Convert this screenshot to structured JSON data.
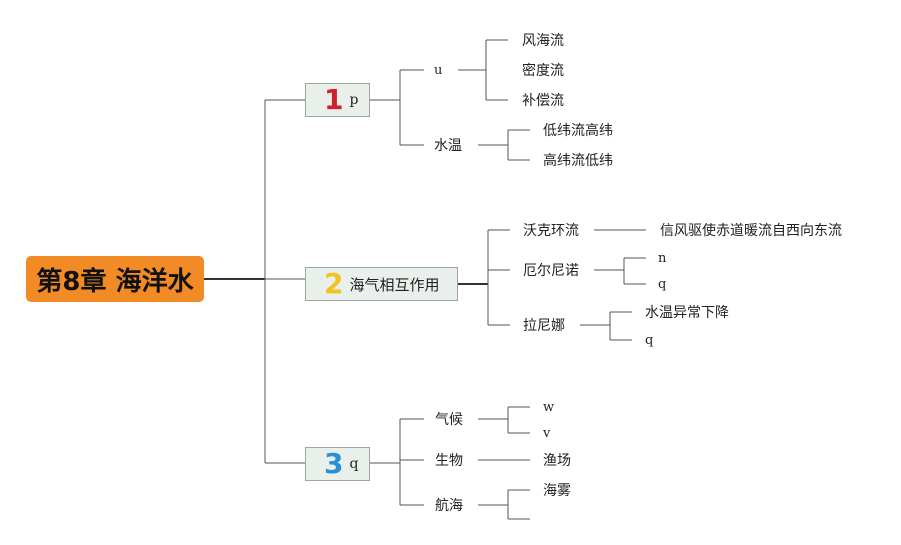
{
  "root": {
    "title": "第8章 海洋水"
  },
  "branches": [
    {
      "number": "1",
      "number_color": "#d0202e",
      "label": "p",
      "children": [
        {
          "label": "u",
          "children": [
            "风海流",
            "密度流",
            "补偿流"
          ]
        },
        {
          "label": "水温",
          "children": [
            "低纬流高纬",
            "高纬流低纬"
          ]
        }
      ]
    },
    {
      "number": "2",
      "number_color": "#f3c21f",
      "label": "海气相互作用",
      "children": [
        {
          "label": "沃克环流",
          "children": [
            "信风驱使赤道暖流自西向东流"
          ]
        },
        {
          "label": "厄尔尼诺",
          "children": [
            "n",
            "q"
          ]
        },
        {
          "label": "拉尼娜",
          "children": [
            "水温异常下降",
            "q"
          ]
        }
      ]
    },
    {
      "number": "3",
      "number_color": "#2b8fd6",
      "label": "q",
      "children": [
        {
          "label": "气候",
          "children": [
            "w",
            "v"
          ]
        },
        {
          "label": "生物",
          "children": [
            "渔场"
          ]
        },
        {
          "label": "航海",
          "children": [
            "海雾",
            ""
          ]
        }
      ]
    }
  ]
}
